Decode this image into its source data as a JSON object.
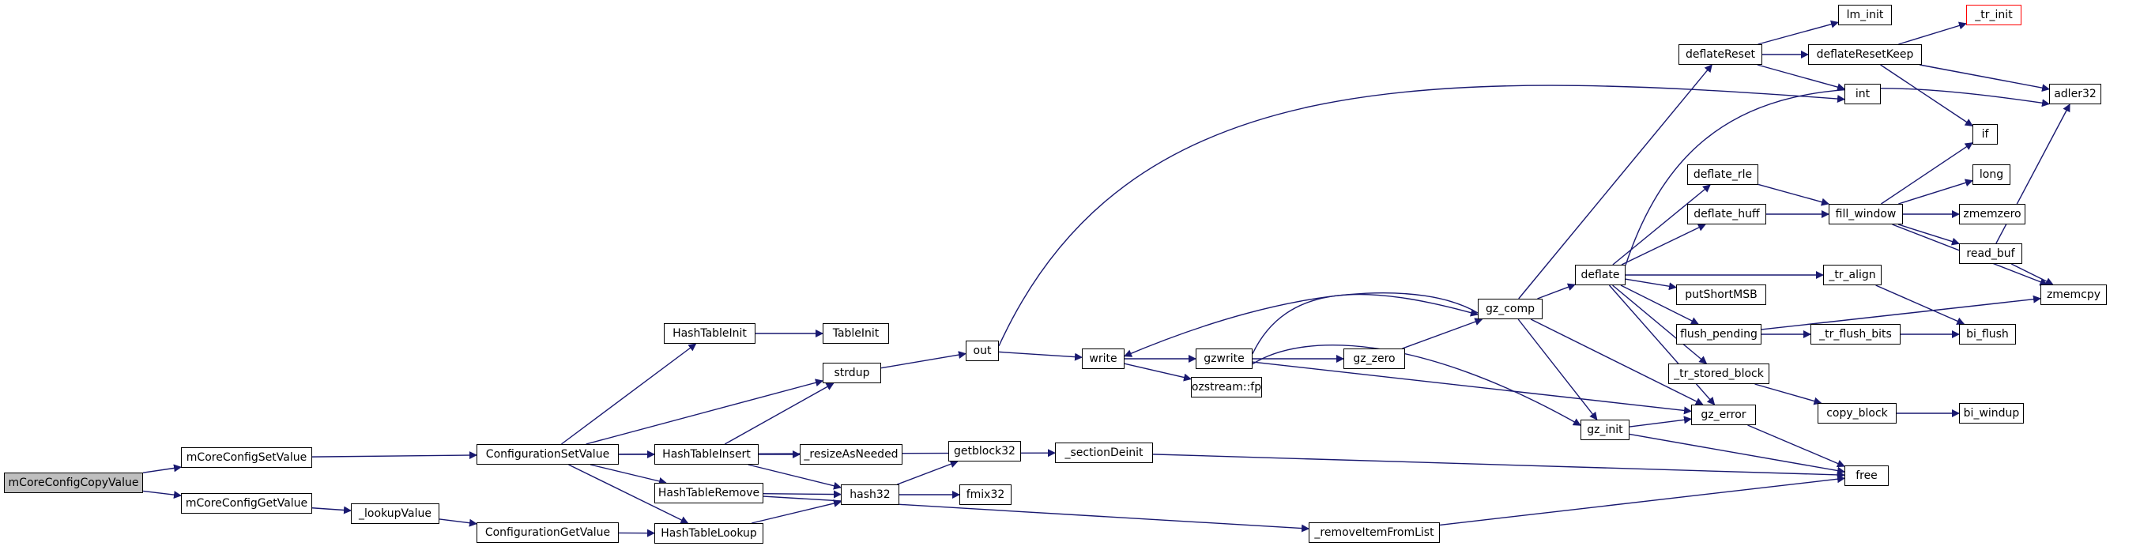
{
  "nodes": {
    "mCoreConfigCopyValue": "mCoreConfigCopyValue",
    "mCoreConfigSetValue": "mCoreConfigSetValue",
    "mCoreConfigGetValue": "mCoreConfigGetValue",
    "_lookupValue": "_lookupValue",
    "ConfigurationSetValue": "ConfigurationSetValue",
    "ConfigurationGetValue": "ConfigurationGetValue",
    "HashTableInit": "HashTableInit",
    "TableInit": "TableInit",
    "strdup": "strdup",
    "HashTableInsert": "HashTableInsert",
    "HashTableRemove": "HashTableRemove",
    "HashTableLookup": "HashTableLookup",
    "_resizeAsNeeded": "_resizeAsNeeded",
    "hash32": "hash32",
    "getblock32": "getblock32",
    "fmix32": "fmix32",
    "_sectionDeinit": "_sectionDeinit",
    "_removeItemFromList": "_removeItemFromList",
    "out": "out",
    "write": "write",
    "gzwrite": "gzwrite",
    "ozstream_fp": "ozstream::fp",
    "gz_zero": "gz_zero",
    "gz_comp": "gz_comp",
    "gz_init": "gz_init",
    "gz_error": "gz_error",
    "free": "free",
    "deflate": "deflate",
    "deflateReset": "deflateReset",
    "deflateResetKeep": "deflateResetKeep",
    "lm_init": "lm_init",
    "_tr_init": "_tr_init",
    "int": "int",
    "adler32": "adler32",
    "if": "if",
    "deflate_rle": "deflate_rle",
    "deflate_huff": "deflate_huff",
    "fill_window": "fill_window",
    "long": "long",
    "zmemzero": "zmemzero",
    "read_buf": "read_buf",
    "zmemcpy": "zmemcpy",
    "_tr_align": "_tr_align",
    "putShortMSB": "putShortMSB",
    "flush_pending": "flush_pending",
    "_tr_flush_bits": "_tr_flush_bits",
    "bi_flush": "bi_flush",
    "_tr_stored_block": "_tr_stored_block",
    "copy_block": "copy_block",
    "bi_windup": "bi_windup"
  },
  "colors": {
    "edge": "#191970",
    "root_fill": "#bfbfbf",
    "highlight_border": "#ff0000"
  }
}
